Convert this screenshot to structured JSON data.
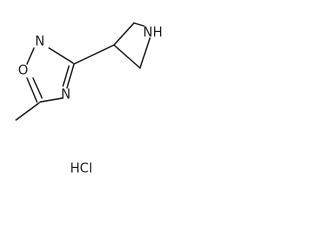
{
  "molecule": {
    "atoms": {
      "ring_oxygen": "O",
      "ring_nitrogen_top": "N",
      "ring_nitrogen_bottom": "N",
      "azetidine_nh": "NH"
    },
    "salt": "HCl"
  }
}
